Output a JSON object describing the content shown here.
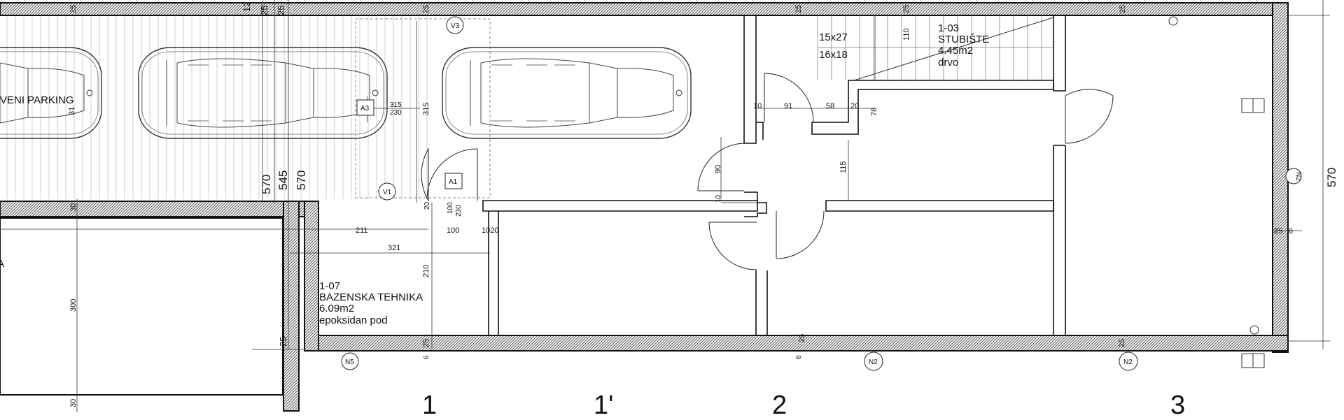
{
  "rooms": [
    {
      "code": "1-03",
      "name": "STUBIŠTE",
      "area": "4.45m2",
      "floor": "drvo"
    },
    {
      "code": "1-07",
      "name": "BAZENSKA TEHNIKA",
      "area": "6.09m2",
      "floor": "epoksidan pod"
    }
  ],
  "labels": {
    "parking": "VENI PARKING",
    "stair_step_1": "15x27",
    "stair_step_2": "16x18",
    "edge_a": "A"
  },
  "axes": [
    "1",
    "1'",
    "2",
    "3"
  ],
  "markers": {
    "v3": "V3",
    "v1": "V1",
    "a3": "A3",
    "a1": "A1",
    "n5": "N5",
    "n2_a": "N2",
    "n2_b": "N2",
    "n2_c": "N2"
  },
  "dimensions": {
    "top_25_1": "25",
    "top_12": "12",
    "top_25_2": "25",
    "top_25_3": "25",
    "top_25_4": "25",
    "top_25_5": "25",
    "top_25_6": "25",
    "top_25_7": "25",
    "d110": "110",
    "d315a": "315",
    "d230a": "230",
    "d315b": "315",
    "d31": "31",
    "d570a": "570",
    "d545": "545",
    "d570b": "570",
    "d570r": "570",
    "d10": "10",
    "d91": "91",
    "d58": "58",
    "d20": "20",
    "d78": "78",
    "d90": "90",
    "d115": "115",
    "d10b": "10",
    "d30a": "30",
    "d30b": "30",
    "d300": "300",
    "d25l": "25",
    "d20b": "20",
    "d100": "100",
    "d230b": "230",
    "d211": "211",
    "d100b": "100",
    "d1020": "1020",
    "d321": "321",
    "d210": "210",
    "d25r": "25",
    "d6r": "6",
    "b25a": "25",
    "b6a": "6",
    "b25b": "25",
    "b6b": "6",
    "b25c": "25"
  }
}
